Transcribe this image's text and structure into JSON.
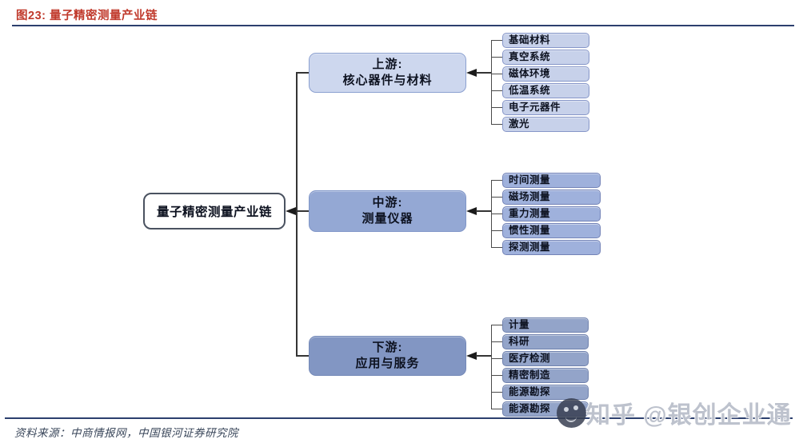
{
  "figure": {
    "title": "图23: 量子精密测量产业链",
    "title_color": "#c0392b",
    "rule_color": "#2c3f6e"
  },
  "diagram": {
    "root_label": "量子精密测量产业链",
    "stages": [
      {
        "label_line1": "上游:",
        "label_line2": "核心器件与材料",
        "fill": "#cdd7ee",
        "border": "#8ba0d0",
        "item_fill": "#c7d1ea",
        "item_border": "#8696c8",
        "items": [
          "基础材料",
          "真空系统",
          "磁体环境",
          "低温系统",
          "电子元器件",
          "激光"
        ]
      },
      {
        "label_line1": "中游:",
        "label_line2": "测量仪器",
        "fill": "#94a8d4",
        "border": "#8096c8",
        "item_fill": "#9fb1dc",
        "item_border": "#7383b7",
        "items": [
          "时间测量",
          "磁场测量",
          "重力测量",
          "惯性测量",
          "探测测量"
        ]
      },
      {
        "label_line1": "下游:",
        "label_line2": "应用与服务",
        "fill": "#8296c3",
        "border": "#7489b8",
        "item_fill": "#93a4c9",
        "item_border": "#6f81ad",
        "items": [
          "计量",
          "科研",
          "医疗检测",
          "精密制造",
          "能源勘探",
          "能源勘探"
        ]
      }
    ]
  },
  "footer": {
    "source": "资料来源：中商情报网，中国银河证券研究院"
  },
  "watermark": {
    "platform_text": "知乎 @银创企业通"
  }
}
